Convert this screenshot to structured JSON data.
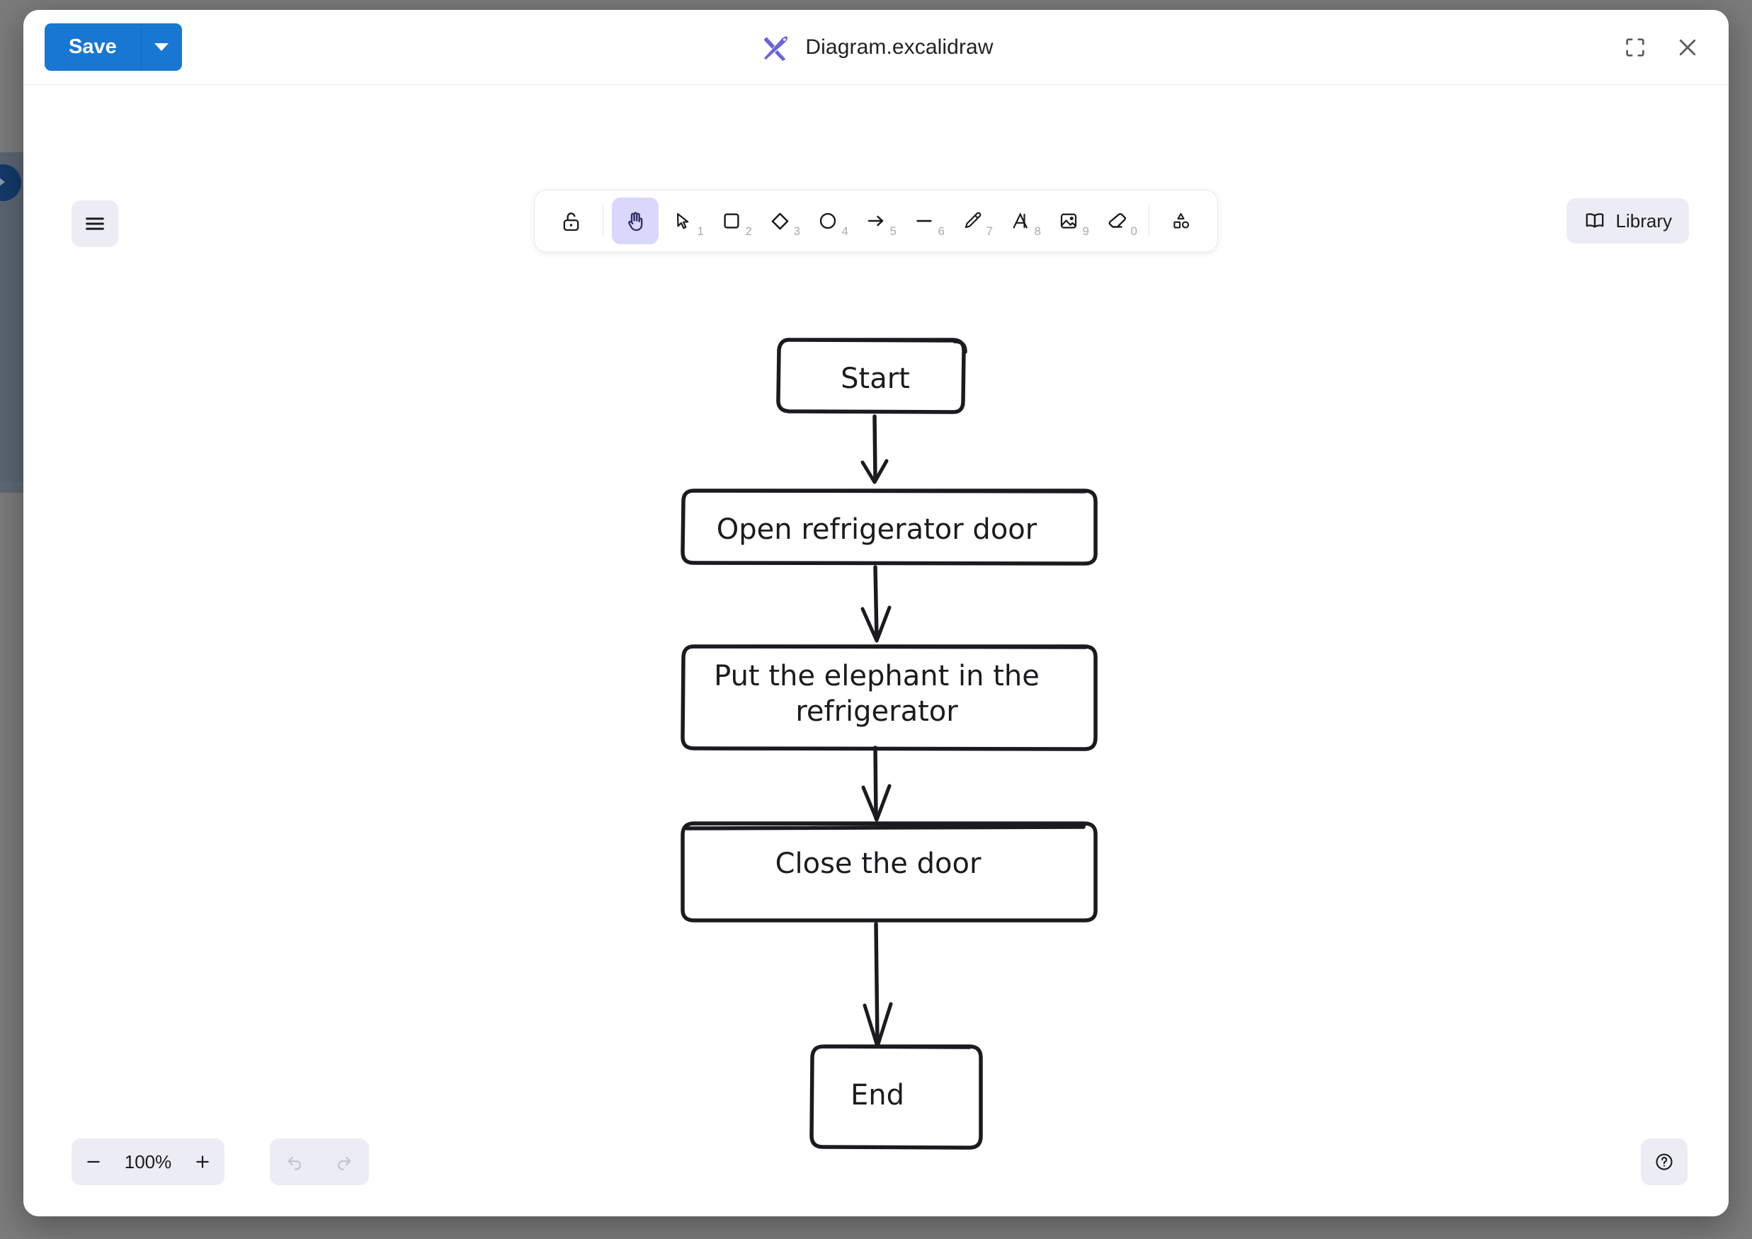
{
  "background": {
    "overlay_color": "#7b7b7b",
    "panel_color": "#5b6572"
  },
  "window": {
    "title": "Diagram.excalidraw",
    "logo_icon": "excalidraw-logo-icon",
    "titlebar": {
      "save_label": "Save",
      "save_dropdown_icon": "chevron-down-icon",
      "maximize_icon": "maximize-icon",
      "close_icon": "close-icon"
    }
  },
  "canvas": {
    "menu_icon": "hamburger-menu-icon",
    "library": {
      "label": "Library",
      "icon": "book-icon"
    },
    "toolbar": {
      "tools": [
        {
          "name": "lock-tool",
          "icon": "padlock-open-icon",
          "hotkey": "",
          "active": false
        },
        {
          "name": "hand-tool",
          "icon": "hand-icon",
          "hotkey": "",
          "active": true
        },
        {
          "name": "selection-tool",
          "icon": "cursor-arrow-icon",
          "hotkey": "1",
          "active": false
        },
        {
          "name": "rectangle-tool",
          "icon": "square-icon",
          "hotkey": "2",
          "active": false
        },
        {
          "name": "diamond-tool",
          "icon": "diamond-icon",
          "hotkey": "3",
          "active": false
        },
        {
          "name": "ellipse-tool",
          "icon": "circle-icon",
          "hotkey": "4",
          "active": false
        },
        {
          "name": "arrow-tool",
          "icon": "arrow-right-icon",
          "hotkey": "5",
          "active": false
        },
        {
          "name": "line-tool",
          "icon": "line-icon",
          "hotkey": "6",
          "active": false
        },
        {
          "name": "draw-tool",
          "icon": "pencil-icon",
          "hotkey": "7",
          "active": false
        },
        {
          "name": "text-tool",
          "icon": "text-a-icon",
          "hotkey": "8",
          "active": false
        },
        {
          "name": "image-tool",
          "icon": "image-icon",
          "hotkey": "9",
          "active": false
        },
        {
          "name": "eraser-tool",
          "icon": "eraser-icon",
          "hotkey": "0",
          "active": false
        },
        {
          "name": "shapes-tool",
          "icon": "more-shapes-icon",
          "hotkey": "",
          "active": false
        }
      ]
    },
    "footer": {
      "zoom_out_icon": "minus-icon",
      "zoom_level": "100%",
      "zoom_in_icon": "plus-icon",
      "undo_icon": "undo-arrow-icon",
      "redo_icon": "redo-arrow-icon",
      "help_icon": "question-mark-icon"
    }
  },
  "diagram": {
    "style": "hand-drawn-flowchart",
    "stroke_color": "#1b1b1f",
    "fill_color": "#ffffff",
    "nodes": [
      {
        "id": "start",
        "label": "Start",
        "shape": "rounded-rectangle"
      },
      {
        "id": "open",
        "label": "Open refrigerator door",
        "shape": "rounded-rectangle"
      },
      {
        "id": "put",
        "label": "Put the elephant in the",
        "label2": "refrigerator",
        "shape": "rounded-rectangle"
      },
      {
        "id": "close",
        "label": "Close the door",
        "shape": "rounded-rectangle"
      },
      {
        "id": "end",
        "label": "End",
        "shape": "rounded-rectangle"
      }
    ],
    "edges": [
      {
        "from": "start",
        "to": "open"
      },
      {
        "from": "open",
        "to": "put"
      },
      {
        "from": "put",
        "to": "close"
      },
      {
        "from": "close",
        "to": "end"
      }
    ]
  }
}
